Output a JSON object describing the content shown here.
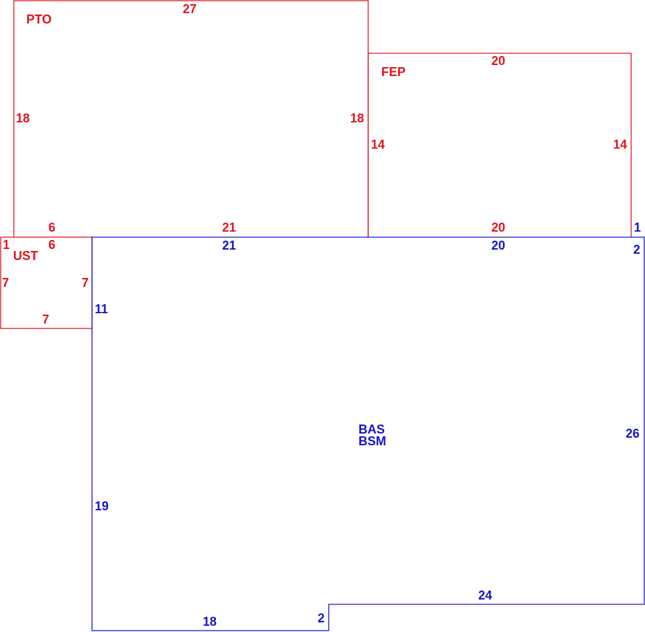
{
  "colors": {
    "red": "#e0141e",
    "blue": "#1414c8"
  },
  "areas": {
    "pto": {
      "code": "PTO",
      "dims": {
        "top": "27",
        "left": "18",
        "right": "18",
        "bottom_a": "6",
        "bottom_b": "21"
      }
    },
    "fep": {
      "code": "FEP",
      "dims": {
        "top": "20",
        "left": "14",
        "right": "14",
        "bottom": "20",
        "corner": "1"
      }
    },
    "ust": {
      "code": "UST",
      "dims": {
        "top": "6",
        "left": "7",
        "right": "7",
        "bottom": "7",
        "corner": "1"
      }
    },
    "bas": {
      "code_1": "BAS",
      "code_2": "BSM",
      "dims": {
        "top_a": "21",
        "top_b": "20",
        "right_top": "2",
        "right": "26",
        "left_upper": "11",
        "left_lower": "19",
        "bottom_right": "24",
        "bottom_left": "18",
        "step": "2"
      }
    }
  }
}
